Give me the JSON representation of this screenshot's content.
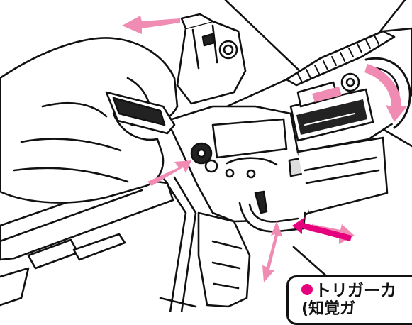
{
  "illustration": {
    "subject": "rifle-lower-receiver-disassembly",
    "accent_color": "#f08cb4"
  },
  "callout": {
    "bullet_color": "#e6007e",
    "line1": "トリガーカ",
    "line2": "(知覚ガ"
  }
}
